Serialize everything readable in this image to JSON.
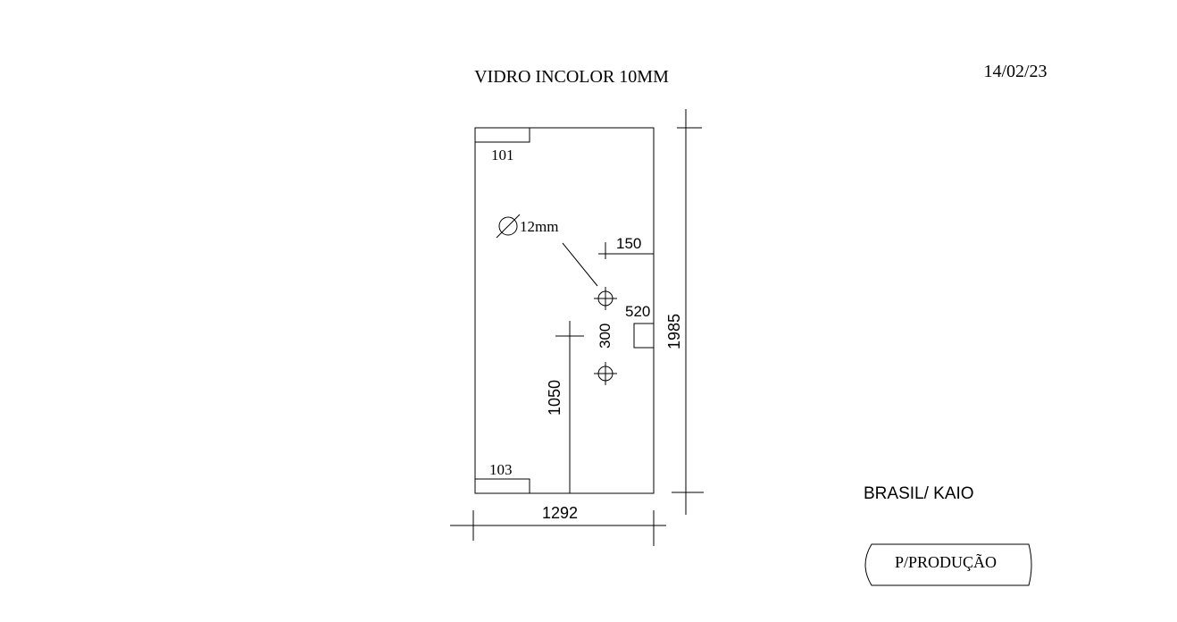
{
  "drawing": {
    "title": "VIDRO INCOLOR 10MM",
    "date": "14/02/23",
    "client": "BRASIL/ KAIO",
    "stamp": "P/PRODUÇÃO",
    "hole_diameter_label": "12mm",
    "hardware": {
      "top_corner": "101",
      "bottom_corner": "103"
    },
    "dimensions": {
      "width": "1292",
      "height": "1985",
      "hole_edge_offset": "150",
      "notch_size": "520",
      "hole_spacing": "300",
      "hole_height_from_bottom": "1050"
    }
  }
}
